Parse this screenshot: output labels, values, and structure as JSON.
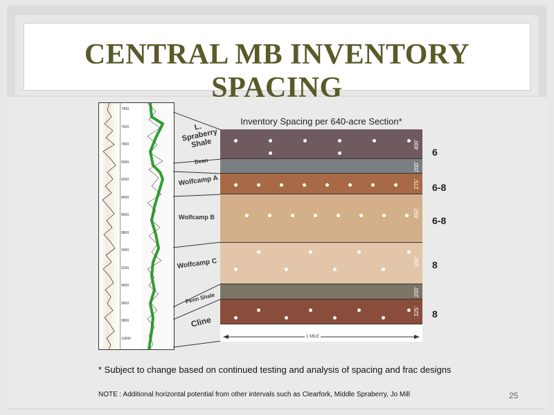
{
  "slide": {
    "title": "CENTRAL MB INVENTORY SPACING",
    "chart_title": "Inventory Spacing per 640-acre Section*",
    "footnote": "* Subject to change based on continued testing and analysis of spacing and frac designs",
    "note": "NOTE : Additional horizontal potential from other intervals such as Clearfork, Middle Spraberry, Jo Mill",
    "page_number": "25",
    "mile_label": "1 MILE"
  },
  "depth_ticks": [
    "7400",
    "7600",
    "7800",
    "8000",
    "8200",
    "8400",
    "8600",
    "8800",
    "9000",
    "9200",
    "9400",
    "9600",
    "9800",
    "10000"
  ],
  "formations": [
    {
      "label": "L. Spraberry Shale",
      "thickness": "400'",
      "wells": "6",
      "color": "#6f5a5e"
    },
    {
      "label": "Dean",
      "thickness": "200'",
      "wells": "",
      "color": "#7b7f82"
    },
    {
      "label": "Wolfcamp A",
      "thickness": "275'",
      "wells": "6-8",
      "color": "#a86a46"
    },
    {
      "label": "Wolfcamp B",
      "thickness": "450'",
      "wells": "6-8",
      "color": "#d4b08a"
    },
    {
      "label": "Wolfcamp C",
      "thickness": "550'",
      "wells": "8",
      "color": "#e3c6aa"
    },
    {
      "label": "Penn Shale",
      "thickness": "200'",
      "wells": "",
      "color": "#7c7565"
    },
    {
      "label": "Cline",
      "thickness": "325'",
      "wells": "8",
      "color": "#8a4c3b"
    }
  ]
}
